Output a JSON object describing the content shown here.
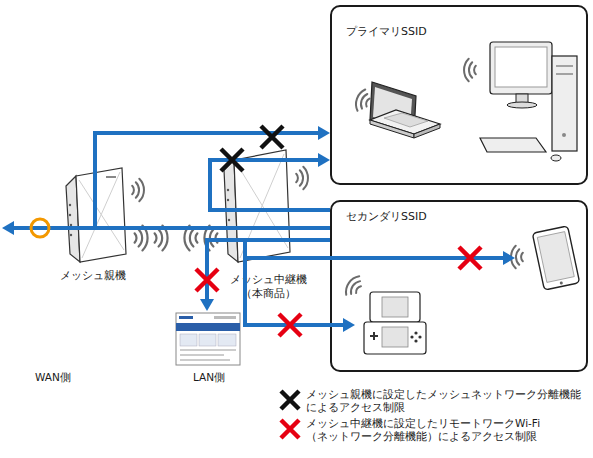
{
  "diagram": {
    "nodes": [
      {
        "text": [
          "プライマリSSID"
        ]
      },
      {
        "text": [
          "セカンダリSSID"
        ]
      },
      {
        "text": [
          "メッシュ親機"
        ]
      },
      {
        "text": [
          "メッシュ中継機 （本商品）"
        ]
      }
    ],
    "edges": [
      {
        "from": 1,
        "to": 0,
        "arrow": "to"
      },
      {
        "from": 1,
        "to": 0,
        "arrow": "to"
      }
    ],
    "labels": [
      "WAN側",
      "LAN側"
    ],
    "legend": [
      {
        "text": "メッシュ親機に設定したメッシュネットワーク分離機能 によるアクセス制限"
      },
      {
        "text": "メッシュ中継機に設定したリモートワークWi-Fi （ネットワーク分離機能）によるアクセス制限"
      }
    ]
  }
}
